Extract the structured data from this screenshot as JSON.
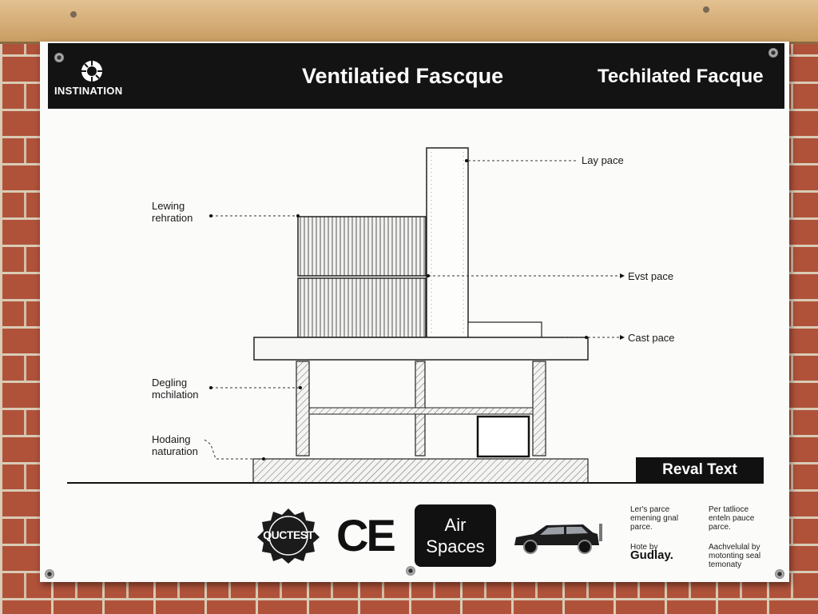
{
  "header": {
    "logo_text": "INSTINATION",
    "title_main": "Ventilatied Fascque",
    "title_side": "Techilated Facque"
  },
  "labels": {
    "lay_pace": "Lay pace",
    "evst_pace": "Evst pace",
    "cast_pace": "Cast pace",
    "lewing_1": "Lewing",
    "lewing_2": "rehration",
    "degling_1": "Degling",
    "degling_2": "mchilation",
    "hodaing_1": "Hodaing",
    "hodaing_2": "naturation"
  },
  "footer": {
    "reval": "Reval Text",
    "seal": "QUCTEST",
    "ce": "CE",
    "air_1": "Air",
    "air_2": "Spaces",
    "note1_1": "Ler's parce",
    "note1_2": "emening gnal",
    "note1_3": "parce.",
    "note1_4": "Hote by",
    "brand": "Gudlay.",
    "note2_1": "Per tatlioce",
    "note2_2": "enteln pauce",
    "note2_3": "parce.",
    "note2_4": "Aachvelulal by",
    "note2_5": "motonting seal",
    "note2_6": "temonaty"
  },
  "colors": {
    "header_bg": "#131313",
    "poster_bg": "#fbfbfa",
    "brick": "#b0523a",
    "beam": "#d8b07a"
  }
}
